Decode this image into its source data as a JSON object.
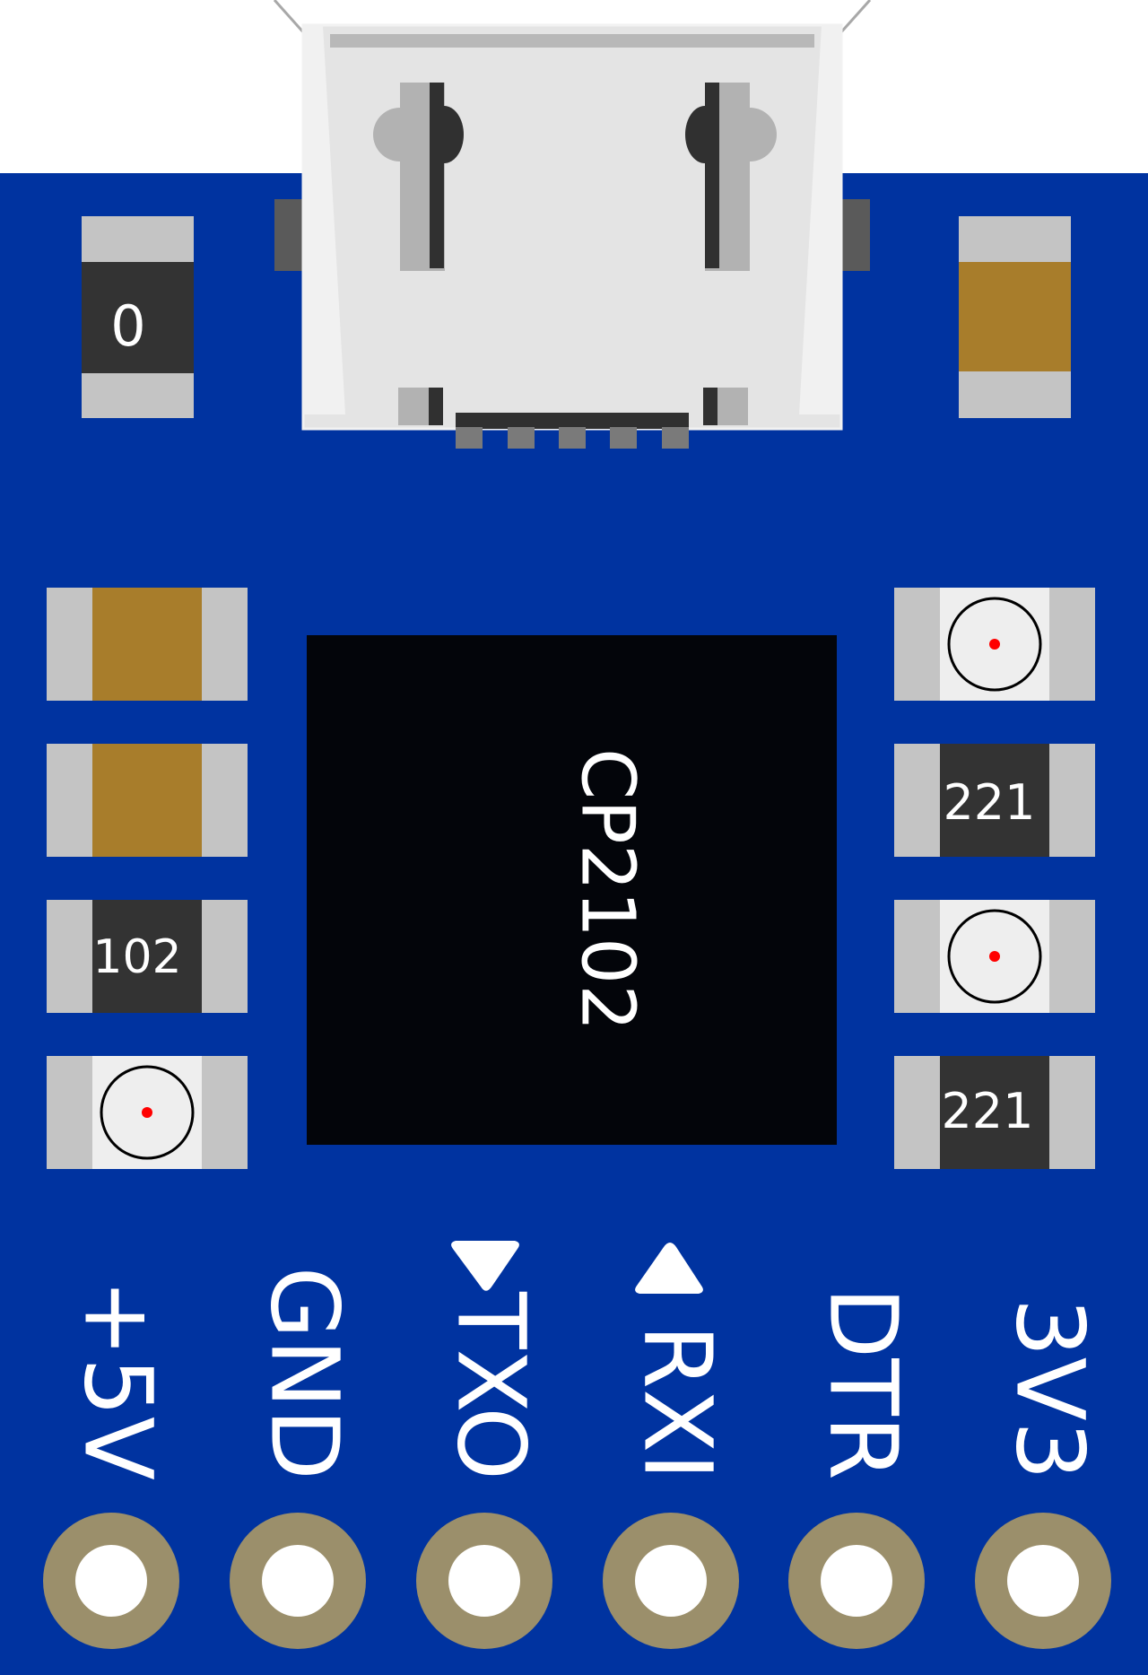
{
  "board": {
    "pcb_color": "#0033a0",
    "silkscreen_color": "#ffffff",
    "pad_color": "#9b8f6b"
  },
  "chip": {
    "label": "CP2102",
    "body_color": "#03050a"
  },
  "usb_connector": {
    "label": "micro-USB connector",
    "shell_color": "#e4e4e4"
  },
  "components": {
    "top_left_resistor": {
      "marking": "0"
    },
    "top_right_capacitor": {
      "color": "#a87d2b"
    },
    "left": {
      "cap1": {
        "color": "#a87d2b"
      },
      "cap2": {
        "color": "#a87d2b"
      },
      "resistor": {
        "marking": "102"
      },
      "led": {
        "dot_color": "#ff0000"
      }
    },
    "right": {
      "led1": {
        "dot_color": "#ff0000"
      },
      "resistor1": {
        "marking": "221"
      },
      "led2": {
        "dot_color": "#ff0000"
      },
      "resistor2": {
        "marking": "221"
      }
    }
  },
  "pins": [
    {
      "label": "+5V"
    },
    {
      "label": "GND"
    },
    {
      "label": "TXO"
    },
    {
      "label": "RXI"
    },
    {
      "label": "DTR"
    },
    {
      "label": "3V3"
    }
  ]
}
